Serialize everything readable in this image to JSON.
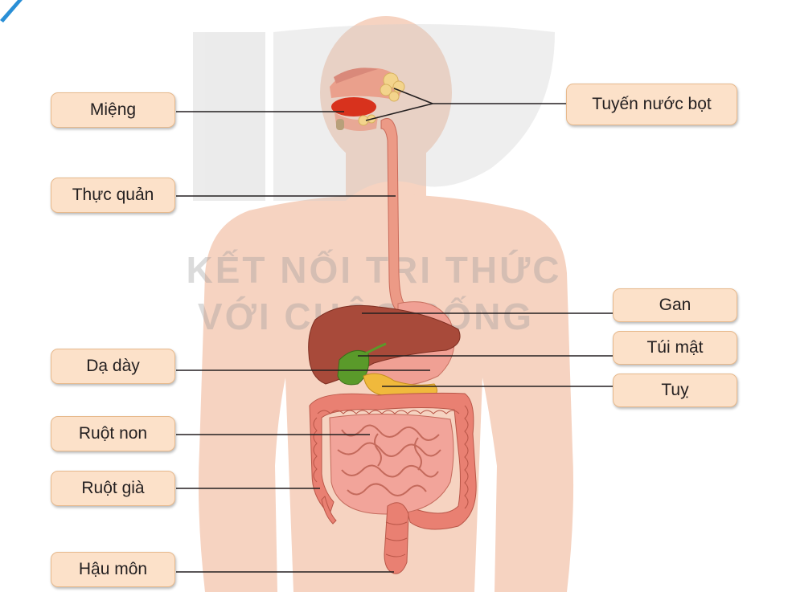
{
  "watermark": {
    "line1": "KẾT NỐI TRI THỨC",
    "line2": "VỚI CUỘC SỐNG"
  },
  "labels": {
    "mieng": "Miệng",
    "tuyen_nuoc_bot": "Tuyến nước bọt",
    "thuc_quan": "Thực quản",
    "gan": "Gan",
    "tui_mat": "Túi mật",
    "da_day": "Dạ dày",
    "tuy": "Tuỵ",
    "ruot_non": "Ruột non",
    "ruot_gia": "Ruột già",
    "hau_mon": "Hậu môn"
  },
  "colors": {
    "label_fill": "#fce1c9",
    "label_border": "#e7b98c",
    "body_silhouette": "#f6d3c1",
    "liver": "#a84a3a",
    "gallbladder": "#5a9a2a",
    "pancreas": "#f0b93c",
    "intestine": "#e98072",
    "leader_line": "#231f20"
  }
}
